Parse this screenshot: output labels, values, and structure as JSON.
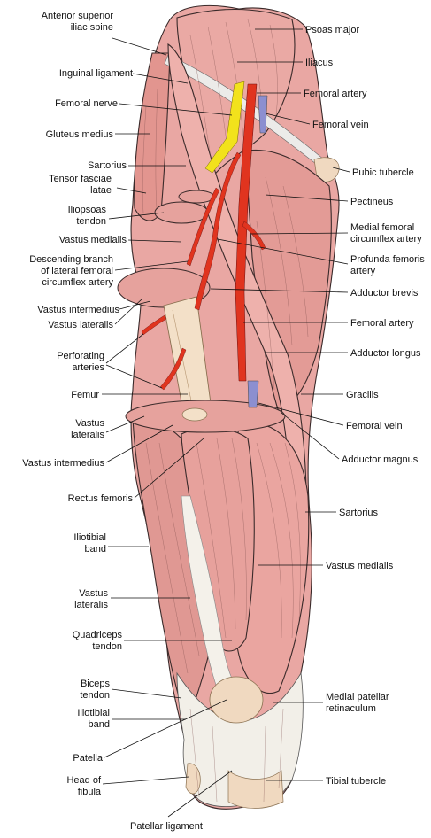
{
  "colors": {
    "muscle": "#e9a7a3",
    "muscle_dark": "#d78b87",
    "tendon": "#f1ede4",
    "bone": "#f0d9c0",
    "artery": "#e0341f",
    "vein": "#8c8fd0",
    "nerve": "#f2e21c",
    "line": "#111111"
  },
  "labels": [
    {
      "id": "anterior-superior-iliac-spine",
      "lines": [
        "Anterior superior",
        "iliac spine"
      ],
      "side": "left"
    },
    {
      "id": "inguinal-ligament",
      "lines": [
        "Inguinal ligament"
      ],
      "side": "left"
    },
    {
      "id": "femoral-nerve",
      "lines": [
        "Femoral nerve"
      ],
      "side": "left"
    },
    {
      "id": "gluteus-medius",
      "lines": [
        "Gluteus medius"
      ],
      "side": "left"
    },
    {
      "id": "sartorius-upper",
      "lines": [
        "Sartorius"
      ],
      "side": "left"
    },
    {
      "id": "tensor-fasciae-latae",
      "lines": [
        "Tensor fasciae",
        "latae"
      ],
      "side": "left"
    },
    {
      "id": "iliopsoas-tendon",
      "lines": [
        "Iliopsoas",
        "tendon"
      ],
      "side": "left"
    },
    {
      "id": "vastus-medialis-upper",
      "lines": [
        "Vastus medialis"
      ],
      "side": "left"
    },
    {
      "id": "descending-branch-lateral-femoral-circumflex",
      "lines": [
        "Descending branch",
        "of lateral femoral",
        "circumflex artery"
      ],
      "side": "left"
    },
    {
      "id": "vastus-intermedius-upper",
      "lines": [
        "Vastus intermedius"
      ],
      "side": "left"
    },
    {
      "id": "vastus-lateralis-upper",
      "lines": [
        "Vastus lateralis"
      ],
      "side": "left"
    },
    {
      "id": "perforating-arteries",
      "lines": [
        "Perforating",
        "arteries"
      ],
      "side": "left"
    },
    {
      "id": "femur",
      "lines": [
        "Femur"
      ],
      "side": "left"
    },
    {
      "id": "vastus-lateralis-cross",
      "lines": [
        "Vastus",
        "lateralis"
      ],
      "side": "left"
    },
    {
      "id": "vastus-intermedius-cross",
      "lines": [
        "Vastus intermedius"
      ],
      "side": "left"
    },
    {
      "id": "rectus-femoris",
      "lines": [
        "Rectus femoris"
      ],
      "side": "left"
    },
    {
      "id": "iliotibial-band-upper",
      "lines": [
        "Iliotibial",
        "band"
      ],
      "side": "left"
    },
    {
      "id": "vastus-lateralis-lower",
      "lines": [
        "Vastus",
        "lateralis"
      ],
      "side": "left"
    },
    {
      "id": "quadriceps-tendon",
      "lines": [
        "Quadriceps",
        "tendon"
      ],
      "side": "left"
    },
    {
      "id": "biceps-tendon",
      "lines": [
        "Biceps",
        "tendon"
      ],
      "side": "left"
    },
    {
      "id": "iliotibial-band-lower",
      "lines": [
        "Iliotibial",
        "band"
      ],
      "side": "left"
    },
    {
      "id": "patella",
      "lines": [
        "Patella"
      ],
      "side": "left"
    },
    {
      "id": "head-of-fibula",
      "lines": [
        "Head of",
        "fibula"
      ],
      "side": "left"
    },
    {
      "id": "patellar-ligament",
      "lines": [
        "Patellar ligament"
      ],
      "side": "bottom"
    },
    {
      "id": "psoas-major",
      "lines": [
        "Psoas major"
      ],
      "side": "right"
    },
    {
      "id": "iliacus",
      "lines": [
        "Iliacus"
      ],
      "side": "right"
    },
    {
      "id": "femoral-artery-upper",
      "lines": [
        "Femoral artery"
      ],
      "side": "right"
    },
    {
      "id": "femoral-vein-upper",
      "lines": [
        "Femoral vein"
      ],
      "side": "right"
    },
    {
      "id": "pubic-tubercle",
      "lines": [
        "Pubic tubercle"
      ],
      "side": "right"
    },
    {
      "id": "pectineus",
      "lines": [
        "Pectineus"
      ],
      "side": "right"
    },
    {
      "id": "medial-femoral-circumflex",
      "lines": [
        "Medial femoral",
        "circumflex artery"
      ],
      "side": "right"
    },
    {
      "id": "profunda-femoris",
      "lines": [
        "Profunda femoris",
        "artery"
      ],
      "side": "right"
    },
    {
      "id": "adductor-brevis",
      "lines": [
        "Adductor brevis"
      ],
      "side": "right"
    },
    {
      "id": "femoral-artery-lower",
      "lines": [
        "Femoral artery"
      ],
      "side": "right"
    },
    {
      "id": "adductor-longus",
      "lines": [
        "Adductor longus"
      ],
      "side": "right"
    },
    {
      "id": "gracilis",
      "lines": [
        "Gracilis"
      ],
      "side": "right"
    },
    {
      "id": "femoral-vein-lower",
      "lines": [
        "Femoral vein"
      ],
      "side": "right"
    },
    {
      "id": "adductor-magnus",
      "lines": [
        "Adductor magnus"
      ],
      "side": "right"
    },
    {
      "id": "sartorius-lower",
      "lines": [
        "Sartorius"
      ],
      "side": "right"
    },
    {
      "id": "vastus-medialis-lower",
      "lines": [
        "Vastus medialis"
      ],
      "side": "right"
    },
    {
      "id": "medial-patellar-retinaculum",
      "lines": [
        "Medial patellar",
        "retinaculum"
      ],
      "side": "right"
    },
    {
      "id": "tibial-tubercle",
      "lines": [
        "Tibial tubercle"
      ],
      "side": "right"
    }
  ]
}
